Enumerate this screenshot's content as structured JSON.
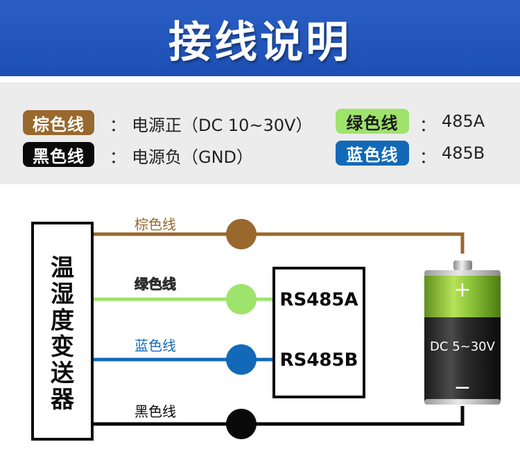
{
  "title": "接线说明",
  "legend": [
    {
      "wire": "棕色线",
      "meaning": "电源正（DC 10~30V）"
    },
    {
      "wire": "黑色线",
      "meaning": "电源负（GND）"
    },
    {
      "wire": "绿色线",
      "meaning": "485A"
    },
    {
      "wire": "蓝色线",
      "meaning": "485B"
    }
  ],
  "colon": "：",
  "diagram": {
    "device": [
      "温",
      "湿",
      "度",
      "变",
      "送",
      "器"
    ],
    "wires": [
      "棕色线",
      "绿色线",
      "蓝色线",
      "黑色线"
    ],
    "rs485a": "RS485A",
    "rs485b": "RS485B",
    "battery_label": "DC 5~30V",
    "plus": "+",
    "minus": "−"
  },
  "colors": {
    "header": "#2358c2",
    "brown": "#98682d",
    "black": "#0a0a0a",
    "green": "#9ee36b",
    "blue": "#1269b7"
  }
}
